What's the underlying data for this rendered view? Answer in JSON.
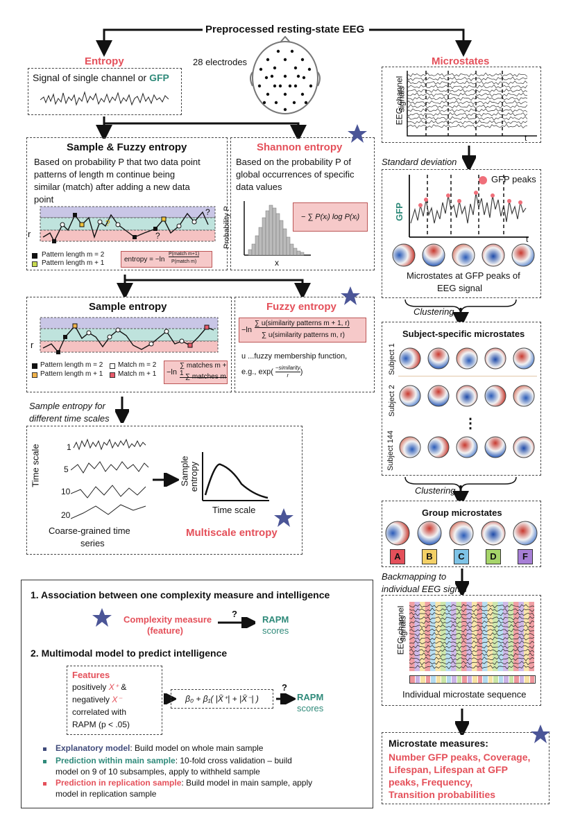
{
  "top_title": "Preprocessed resting-state EEG",
  "electrodes_label": "28 electrodes",
  "entropy": {
    "heading": "Entropy",
    "signal_prefix": "Signal of single channel or ",
    "signal_gfp": "GFP"
  },
  "sample_fuzzy": {
    "title": "Sample & Fuzzy entropy",
    "desc_line1": "Based on probability P that two data point",
    "desc_line2": "patterns of length m continue being",
    "desc_line3": "similar (match) after adding a new data",
    "desc_line4": "point",
    "legend1": "Pattern length m = 2",
    "legend2": "Pattern length m + 1",
    "formula_prefix": "entropy = −ln",
    "formula_num": "P(match m+1)",
    "formula_den": "P(match m)",
    "r_label": "r",
    "q_mark": "?"
  },
  "shannon": {
    "title": "Shannon entropy",
    "desc_line1": "Based on the probability P of",
    "desc_line2": "global occurrences of specific",
    "desc_line3": "data values",
    "ylabel": "Probability P",
    "xlabel": "x",
    "formula": "− ∑ P(xᵢ) log P(xᵢ)"
  },
  "sample": {
    "title": "Sample entropy",
    "legend1": "Pattern length m = 2",
    "legend2": "Pattern length m + 1",
    "legend3": "Match m = 2",
    "legend4": "Match m + 1",
    "formula_prefix": "−ln",
    "formula_num": "∑ matches m + 1",
    "formula_den": "∑ matches m",
    "r_label": "r"
  },
  "fuzzy": {
    "title": "Fuzzy entropy",
    "formula_prefix": "−ln",
    "formula_num": "∑ u(similarity patterns m + 1, r)",
    "formula_den": "∑ u(similarity patterns m, r)",
    "note_line1": "u ...fuzzy membership function,",
    "note_line2": "e.g., exp(",
    "note_frac_num": "−similarity",
    "note_frac_den": "r",
    "note_close": ")"
  },
  "multiscale": {
    "caption_line1": "Sample entropy for",
    "caption_line2": "different time scales",
    "ts_ylabel": "Time scale",
    "ts_labels": [
      "1",
      "5",
      "10",
      "20"
    ],
    "cg_line1": "Coarse-grained time",
    "cg_line2": "series",
    "se_ylabel_line1": "Sample",
    "se_ylabel_line2": "entropy",
    "se_xlabel": "Time scale",
    "name": "Multiscale entropy"
  },
  "microstates": {
    "heading": "Microstates",
    "eeg_ylabel_line1": "EEG channel",
    "eeg_ylabel_line2": "signals",
    "t_label": "t",
    "std_dev": "Standard deviation",
    "gfp_label": "GFP",
    "gfp_peaks": "GFP peaks",
    "ms_caption_line1": "Microstates at GFP peaks of",
    "ms_caption_line2": "EEG signal",
    "clustering1": "Clustering",
    "subject_title": "Subject-specific microstates",
    "subjects": [
      "Subject 1",
      "Subject 2",
      "Subject 144"
    ],
    "vdots": "⋮",
    "clustering2": "Clustering",
    "group_title": "Group microstates",
    "group_labels": [
      "A",
      "B",
      "C",
      "D",
      "F"
    ],
    "group_colors": [
      "#e4505a",
      "#f3d066",
      "#7ec3e6",
      "#a6d46a",
      "#a77fd6"
    ],
    "backmap_line1": "Backmapping to",
    "backmap_line2": "individual EEG signal",
    "seq_label": "Individual microstate sequence",
    "measures_title": "Microstate measures:",
    "measures_lines": [
      "Number GFP peaks, Coverage,",
      "Lifespan, Lifespan at GFP",
      "peaks, Frequency,",
      "Transition probabilities"
    ]
  },
  "analysis": {
    "h1": "1. Association between one complexity measure and intelligence",
    "cm_line1": "Complexity measure",
    "cm_line2": "(feature)",
    "q": "?",
    "rapm": "RAPM",
    "scores": "scores",
    "h2": "2. Multimodal model to predict intelligence",
    "features": "Features",
    "f_line1": "positively ",
    "f_xplus": "X⁺",
    "f_amp": " &",
    "f_line2": "negatively ",
    "f_xminus": "X⁻",
    "f_line3": "correlated with",
    "f_line4": "RAPM (p < .05)",
    "model_formula": "β₀ + β₁( |X̄⁺| + |X̄⁻| )",
    "q2": "?",
    "rapm2": "RAPM",
    "scores2": "scores",
    "b1_label": "Explanatory model",
    "b1_text": ": Build model on whole main sample",
    "b2_label": "Prediction within main sample",
    "b2_text": ": 10-fold cross validation – build",
    "b2_text2": "model on 9 of 10 subsamples, apply to withheld sample",
    "b3_label": "Prediction in replication sample",
    "b3_text": ": Build model in main sample, apply",
    "b3_text2": "model in replication sample",
    "b1_color": "#3f4a7a",
    "b2_color": "#2f8a7a",
    "b3_color": "#e4505a"
  }
}
